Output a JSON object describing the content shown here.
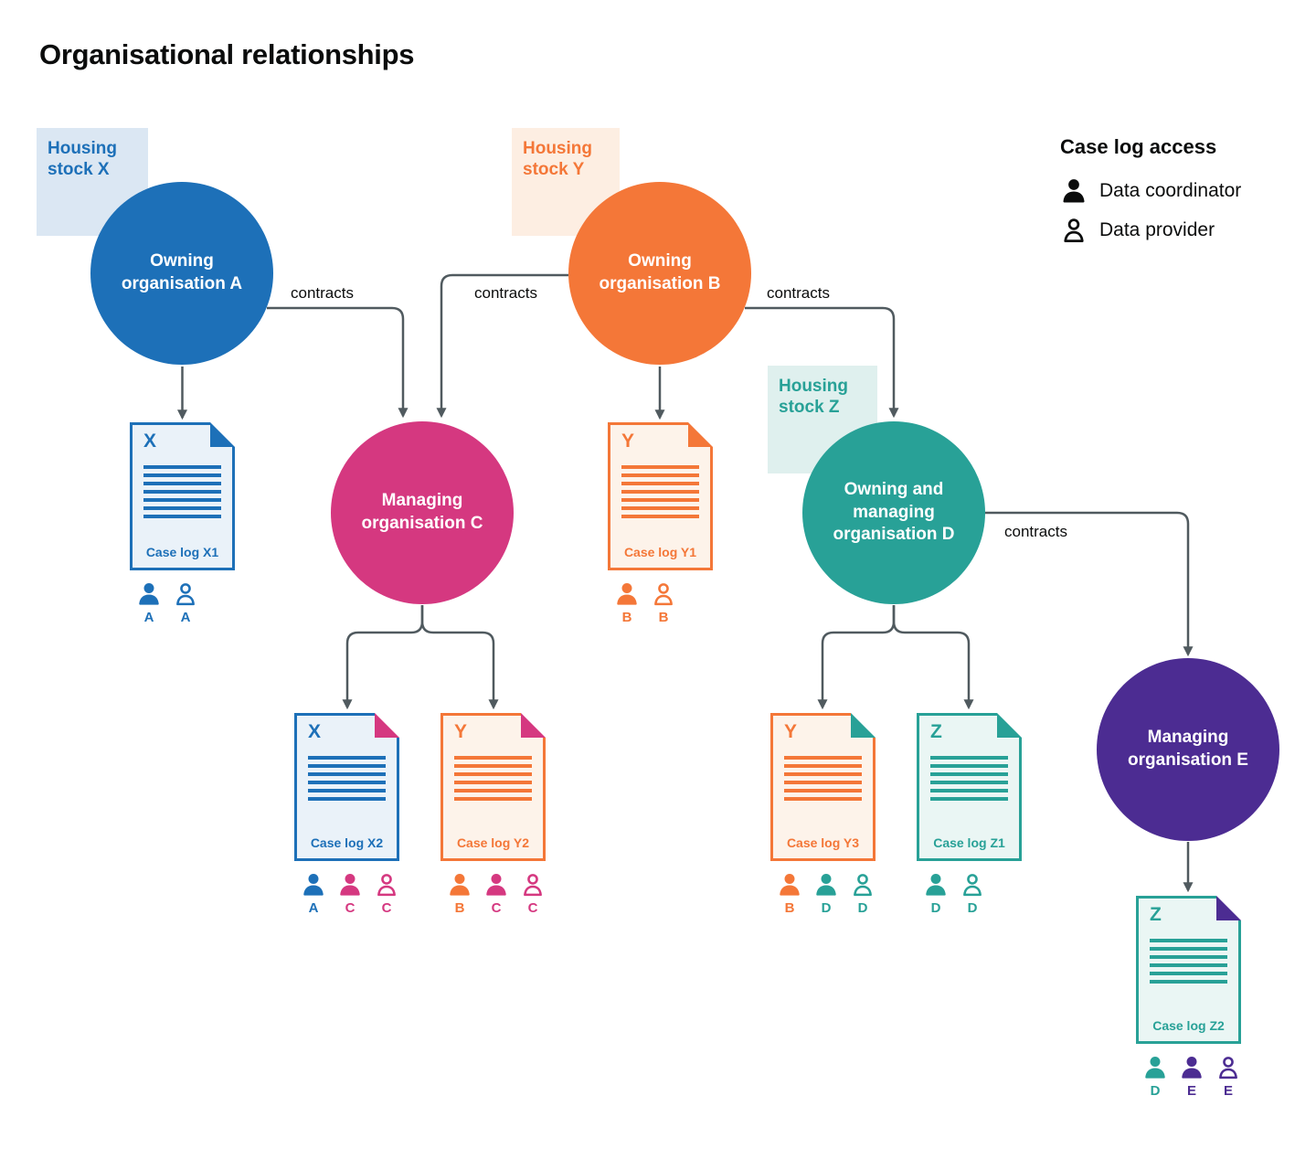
{
  "title": "Organisational relationships",
  "legend": {
    "title": "Case log access",
    "items": [
      {
        "icon": "person-filled-icon",
        "label": "Data coordinator"
      },
      {
        "icon": "person-outline-icon",
        "label": "Data provider"
      }
    ]
  },
  "colors": {
    "blue": "#1d70b8",
    "orange": "#f47738",
    "pink": "#d53880",
    "teal": "#28a197",
    "purple": "#4c2c92",
    "arrow": "#505a5f",
    "text": "#0b0c0c"
  },
  "contract_label": "contracts",
  "housing_stocks": [
    {
      "id": "X",
      "label": "Housing stock X",
      "color": "#1d70b8",
      "bg": "#dbe7f3"
    },
    {
      "id": "Y",
      "label": "Housing stock Y",
      "color": "#f47738",
      "bg": "#fdeee2"
    },
    {
      "id": "Z",
      "label": "Housing stock Z",
      "color": "#28a197",
      "bg": "#dff0ee"
    }
  ],
  "organisations": [
    {
      "id": "A",
      "label": "Owning organisation A",
      "color": "#1d70b8"
    },
    {
      "id": "B",
      "label": "Owning organisation B",
      "color": "#f47738"
    },
    {
      "id": "C",
      "label": "Managing organisation C",
      "color": "#d53880"
    },
    {
      "id": "D",
      "label": "Owning and managing organisation D",
      "color": "#28a197"
    },
    {
      "id": "E",
      "label": "Managing organisation E",
      "color": "#4c2c92"
    }
  ],
  "case_logs": [
    {
      "id": "X1",
      "letter": "X",
      "label": "Case log X1",
      "color": "#1d70b8",
      "bg": "#eaf2f9",
      "fold": "#1d70b8",
      "lines": 7,
      "access": [
        {
          "role": "coordinator",
          "org": "A",
          "color": "#1d70b8"
        },
        {
          "role": "provider",
          "org": "A",
          "color": "#1d70b8"
        }
      ]
    },
    {
      "id": "Y1",
      "letter": "Y",
      "label": "Case log Y1",
      "color": "#f47738",
      "bg": "#fdf3ea",
      "fold": "#f47738",
      "lines": 7,
      "access": [
        {
          "role": "coordinator",
          "org": "B",
          "color": "#f47738"
        },
        {
          "role": "provider",
          "org": "B",
          "color": "#f47738"
        }
      ]
    },
    {
      "id": "X2",
      "letter": "X",
      "label": "Case log X2",
      "color": "#1d70b8",
      "bg": "#eaf2f9",
      "fold": "#d53880",
      "lines": 6,
      "access": [
        {
          "role": "coordinator",
          "org": "A",
          "color": "#1d70b8"
        },
        {
          "role": "coordinator",
          "org": "C",
          "color": "#d53880"
        },
        {
          "role": "provider",
          "org": "C",
          "color": "#d53880"
        }
      ]
    },
    {
      "id": "Y2",
      "letter": "Y",
      "label": "Case log Y2",
      "color": "#f47738",
      "bg": "#fdf3ea",
      "fold": "#d53880",
      "lines": 6,
      "access": [
        {
          "role": "coordinator",
          "org": "B",
          "color": "#f47738"
        },
        {
          "role": "coordinator",
          "org": "C",
          "color": "#d53880"
        },
        {
          "role": "provider",
          "org": "C",
          "color": "#d53880"
        }
      ]
    },
    {
      "id": "Y3",
      "letter": "Y",
      "label": "Case log Y3",
      "color": "#f47738",
      "bg": "#fdf3ea",
      "fold": "#28a197",
      "lines": 6,
      "access": [
        {
          "role": "coordinator",
          "org": "B",
          "color": "#f47738"
        },
        {
          "role": "coordinator",
          "org": "D",
          "color": "#28a197"
        },
        {
          "role": "provider",
          "org": "D",
          "color": "#28a197"
        }
      ]
    },
    {
      "id": "Z1",
      "letter": "Z",
      "label": "Case log Z1",
      "color": "#28a197",
      "bg": "#eaf6f4",
      "fold": "#28a197",
      "lines": 6,
      "access": [
        {
          "role": "coordinator",
          "org": "D",
          "color": "#28a197"
        },
        {
          "role": "provider",
          "org": "D",
          "color": "#28a197"
        }
      ]
    },
    {
      "id": "Z2",
      "letter": "Z",
      "label": "Case log Z2",
      "color": "#28a197",
      "bg": "#eaf6f4",
      "fold": "#4c2c92",
      "lines": 6,
      "access": [
        {
          "role": "coordinator",
          "org": "D",
          "color": "#28a197"
        },
        {
          "role": "coordinator",
          "org": "E",
          "color": "#4c2c92"
        },
        {
          "role": "provider",
          "org": "E",
          "color": "#4c2c92"
        }
      ]
    }
  ]
}
